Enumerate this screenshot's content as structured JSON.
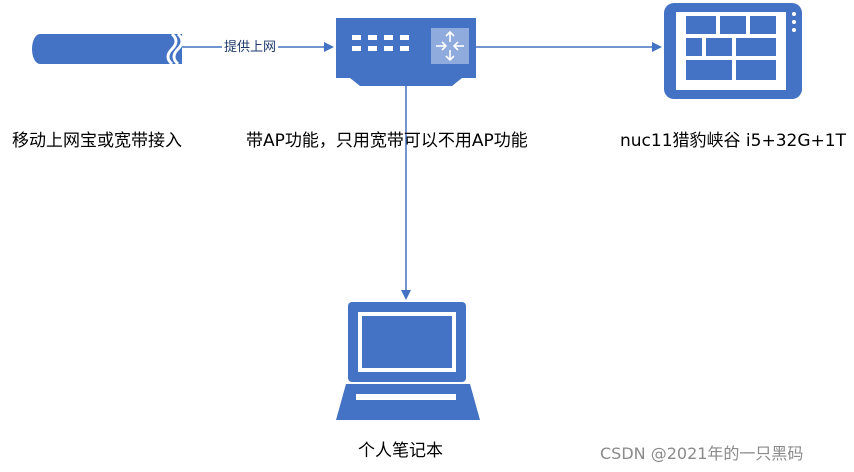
{
  "nodes": {
    "modem": {
      "label": "移动上网宝或宽带接入"
    },
    "router": {
      "label": "带AP功能，只用宽带可以不用AP功能"
    },
    "server": {
      "label": "nuc11猎豹峡谷 i5+32G+1T"
    },
    "laptop": {
      "label": "个人笔记本"
    }
  },
  "edges": {
    "modem_to_router": {
      "label": "提供上网"
    }
  },
  "watermark": "CSDN @2021年的一只黑码",
  "colors": {
    "accent": "#4472c4",
    "accent_dark": "#2f5597",
    "text": "#000000",
    "watermark": "#8a8a8a"
  }
}
